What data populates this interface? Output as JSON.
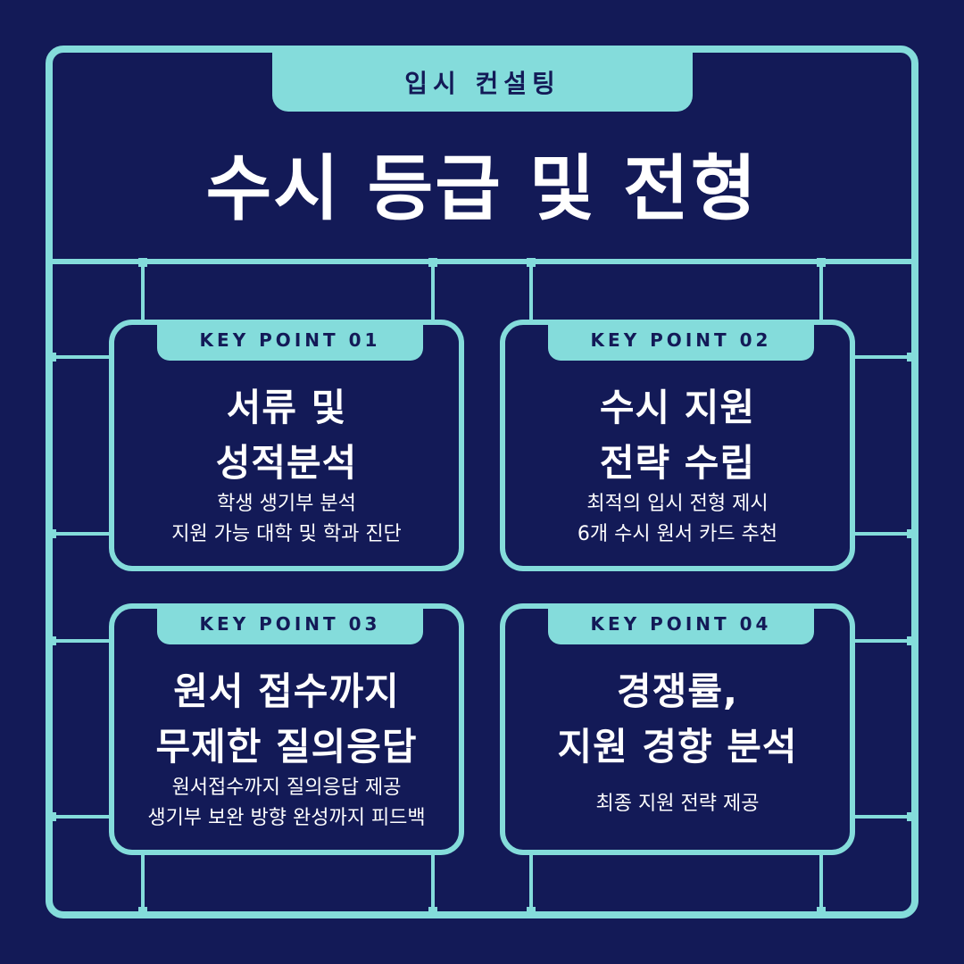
{
  "header": {
    "tag": "입시 컨설팅",
    "title": "수시 등급 및 전형"
  },
  "cards": [
    {
      "tag": "KEY POINT 01",
      "title_lines": [
        "서류 및",
        "성적분석"
      ],
      "desc_lines": [
        "학생 생기부 분석",
        "지원 가능 대학 및 학과 진단"
      ]
    },
    {
      "tag": "KEY POINT 02",
      "title_lines": [
        "수시 지원",
        "전략 수립"
      ],
      "desc_lines": [
        "최적의 입시 전형 제시",
        "6개 수시 원서 카드 추천"
      ]
    },
    {
      "tag": "KEY POINT 03",
      "title_lines": [
        "원서 접수까지",
        "무제한 질의응답"
      ],
      "desc_lines": [
        "원서접수까지 질의응답 제공",
        "생기부 보완 방향 완성까지 피드백"
      ]
    },
    {
      "tag": "KEY POINT 04",
      "title_lines": [
        "경쟁률,",
        "지원 경향 분석"
      ],
      "desc_lines": [
        "최종 지원 전략 제공"
      ]
    }
  ],
  "colors": {
    "background": "#131a57",
    "accent": "#84dcdb",
    "text": "#ffffff"
  }
}
